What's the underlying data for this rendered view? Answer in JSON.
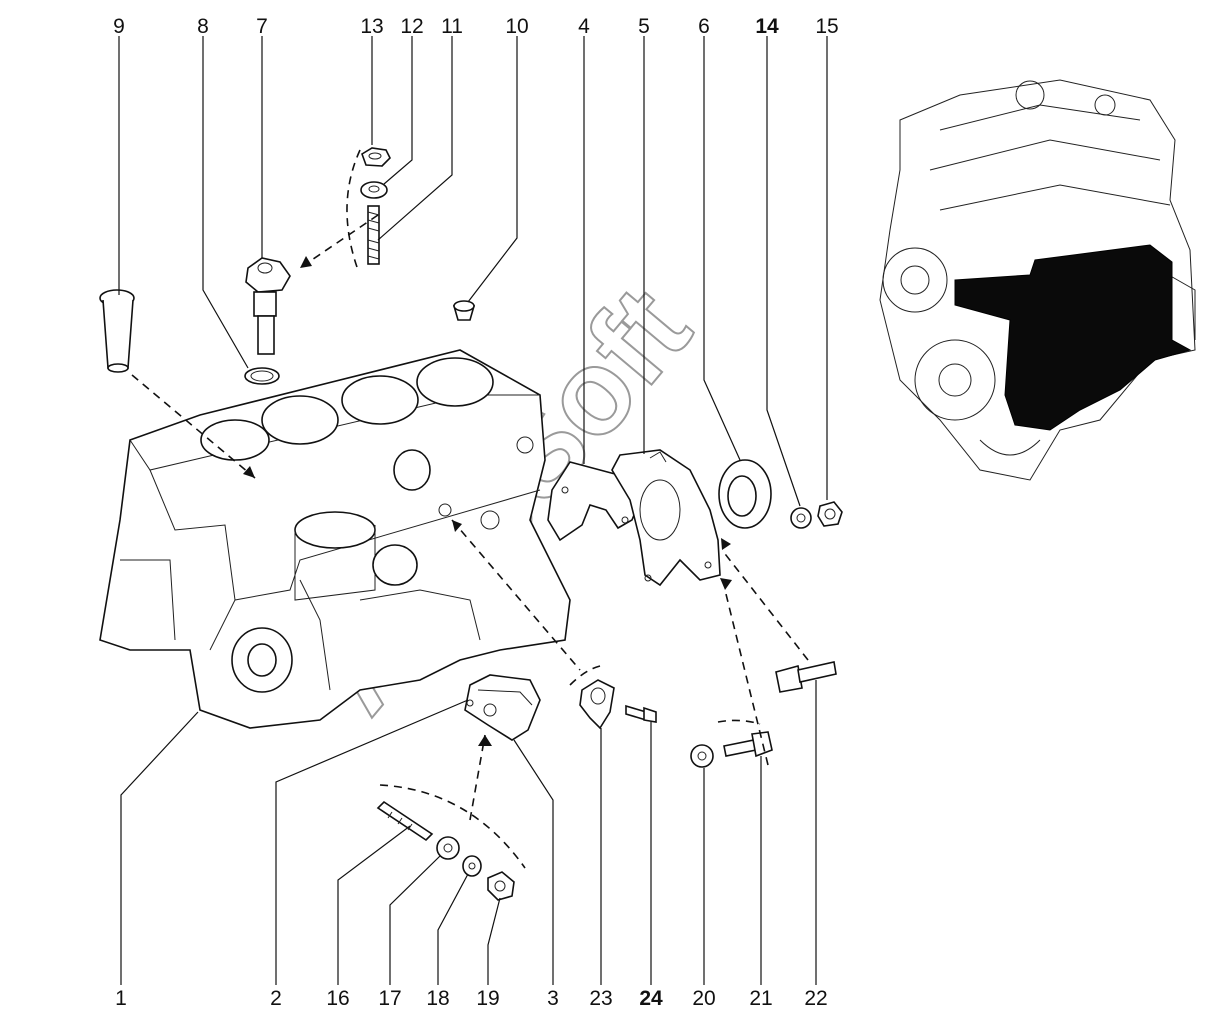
{
  "watermark": "AutoSoft",
  "callouts": [
    {
      "id": "c9",
      "label": "9",
      "bold": false
    },
    {
      "id": "c8",
      "label": "8",
      "bold": false
    },
    {
      "id": "c7",
      "label": "7",
      "bold": false
    },
    {
      "id": "c13",
      "label": "13",
      "bold": false
    },
    {
      "id": "c12",
      "label": "12",
      "bold": false
    },
    {
      "id": "c11",
      "label": "11",
      "bold": false
    },
    {
      "id": "c10",
      "label": "10",
      "bold": false
    },
    {
      "id": "c4",
      "label": "4",
      "bold": false
    },
    {
      "id": "c5",
      "label": "5",
      "bold": false
    },
    {
      "id": "c6",
      "label": "6",
      "bold": false
    },
    {
      "id": "c14",
      "label": "14",
      "bold": true
    },
    {
      "id": "c15",
      "label": "15",
      "bold": false
    },
    {
      "id": "c1",
      "label": "1",
      "bold": false
    },
    {
      "id": "c2",
      "label": "2",
      "bold": false
    },
    {
      "id": "c16",
      "label": "16",
      "bold": false
    },
    {
      "id": "c17",
      "label": "17",
      "bold": false
    },
    {
      "id": "c18",
      "label": "18",
      "bold": false
    },
    {
      "id": "c19",
      "label": "19",
      "bold": false
    },
    {
      "id": "c3",
      "label": "3",
      "bold": false
    },
    {
      "id": "c23",
      "label": "23",
      "bold": false
    },
    {
      "id": "c24",
      "label": "24",
      "bold": true
    },
    {
      "id": "c20",
      "label": "20",
      "bold": false
    },
    {
      "id": "c21",
      "label": "21",
      "bold": false
    },
    {
      "id": "c22",
      "label": "22",
      "bold": false
    }
  ]
}
